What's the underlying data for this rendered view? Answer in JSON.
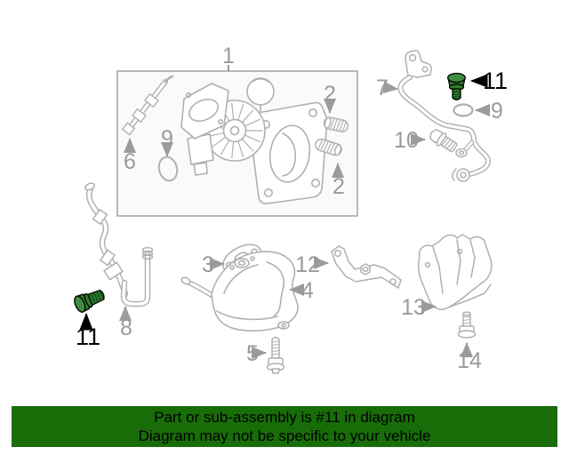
{
  "banner": {
    "line1": "Part or sub-assembly is #11 in diagram",
    "line2": "Diagram may not be specific to your vehicle",
    "bg_color": "#186d08",
    "text_color": "#000000"
  },
  "highlight": {
    "part_number": "11",
    "bolt_color": "#2e7d2e",
    "bolt_head_color": "#3f8e3f",
    "label_color": "#000000"
  },
  "diagram": {
    "line_color": "#b0b0b0",
    "label_color": "#9b9b9b",
    "callouts": [
      {
        "id": "assembly-box",
        "label": "1"
      },
      {
        "id": "stud-upper",
        "label": "2"
      },
      {
        "id": "stud-lower",
        "label": "2"
      },
      {
        "id": "gasket",
        "label": "3"
      },
      {
        "id": "converter-cover",
        "label": "4"
      },
      {
        "id": "cover-bolt",
        "label": "5"
      },
      {
        "id": "oil-feed-line",
        "label": "6"
      },
      {
        "id": "oil-return-pipe",
        "label": "7"
      },
      {
        "id": "water-pipe",
        "label": "8"
      },
      {
        "id": "oring-box",
        "label": "9"
      },
      {
        "id": "oring-right",
        "label": "9"
      },
      {
        "id": "banjo-bolt",
        "label": "10"
      },
      {
        "id": "highlight-bolt-top",
        "label": "11"
      },
      {
        "id": "highlight-bolt-left",
        "label": "11"
      },
      {
        "id": "bracket",
        "label": "12"
      },
      {
        "id": "heat-shield",
        "label": "13"
      },
      {
        "id": "shield-bolt",
        "label": "14"
      }
    ]
  }
}
